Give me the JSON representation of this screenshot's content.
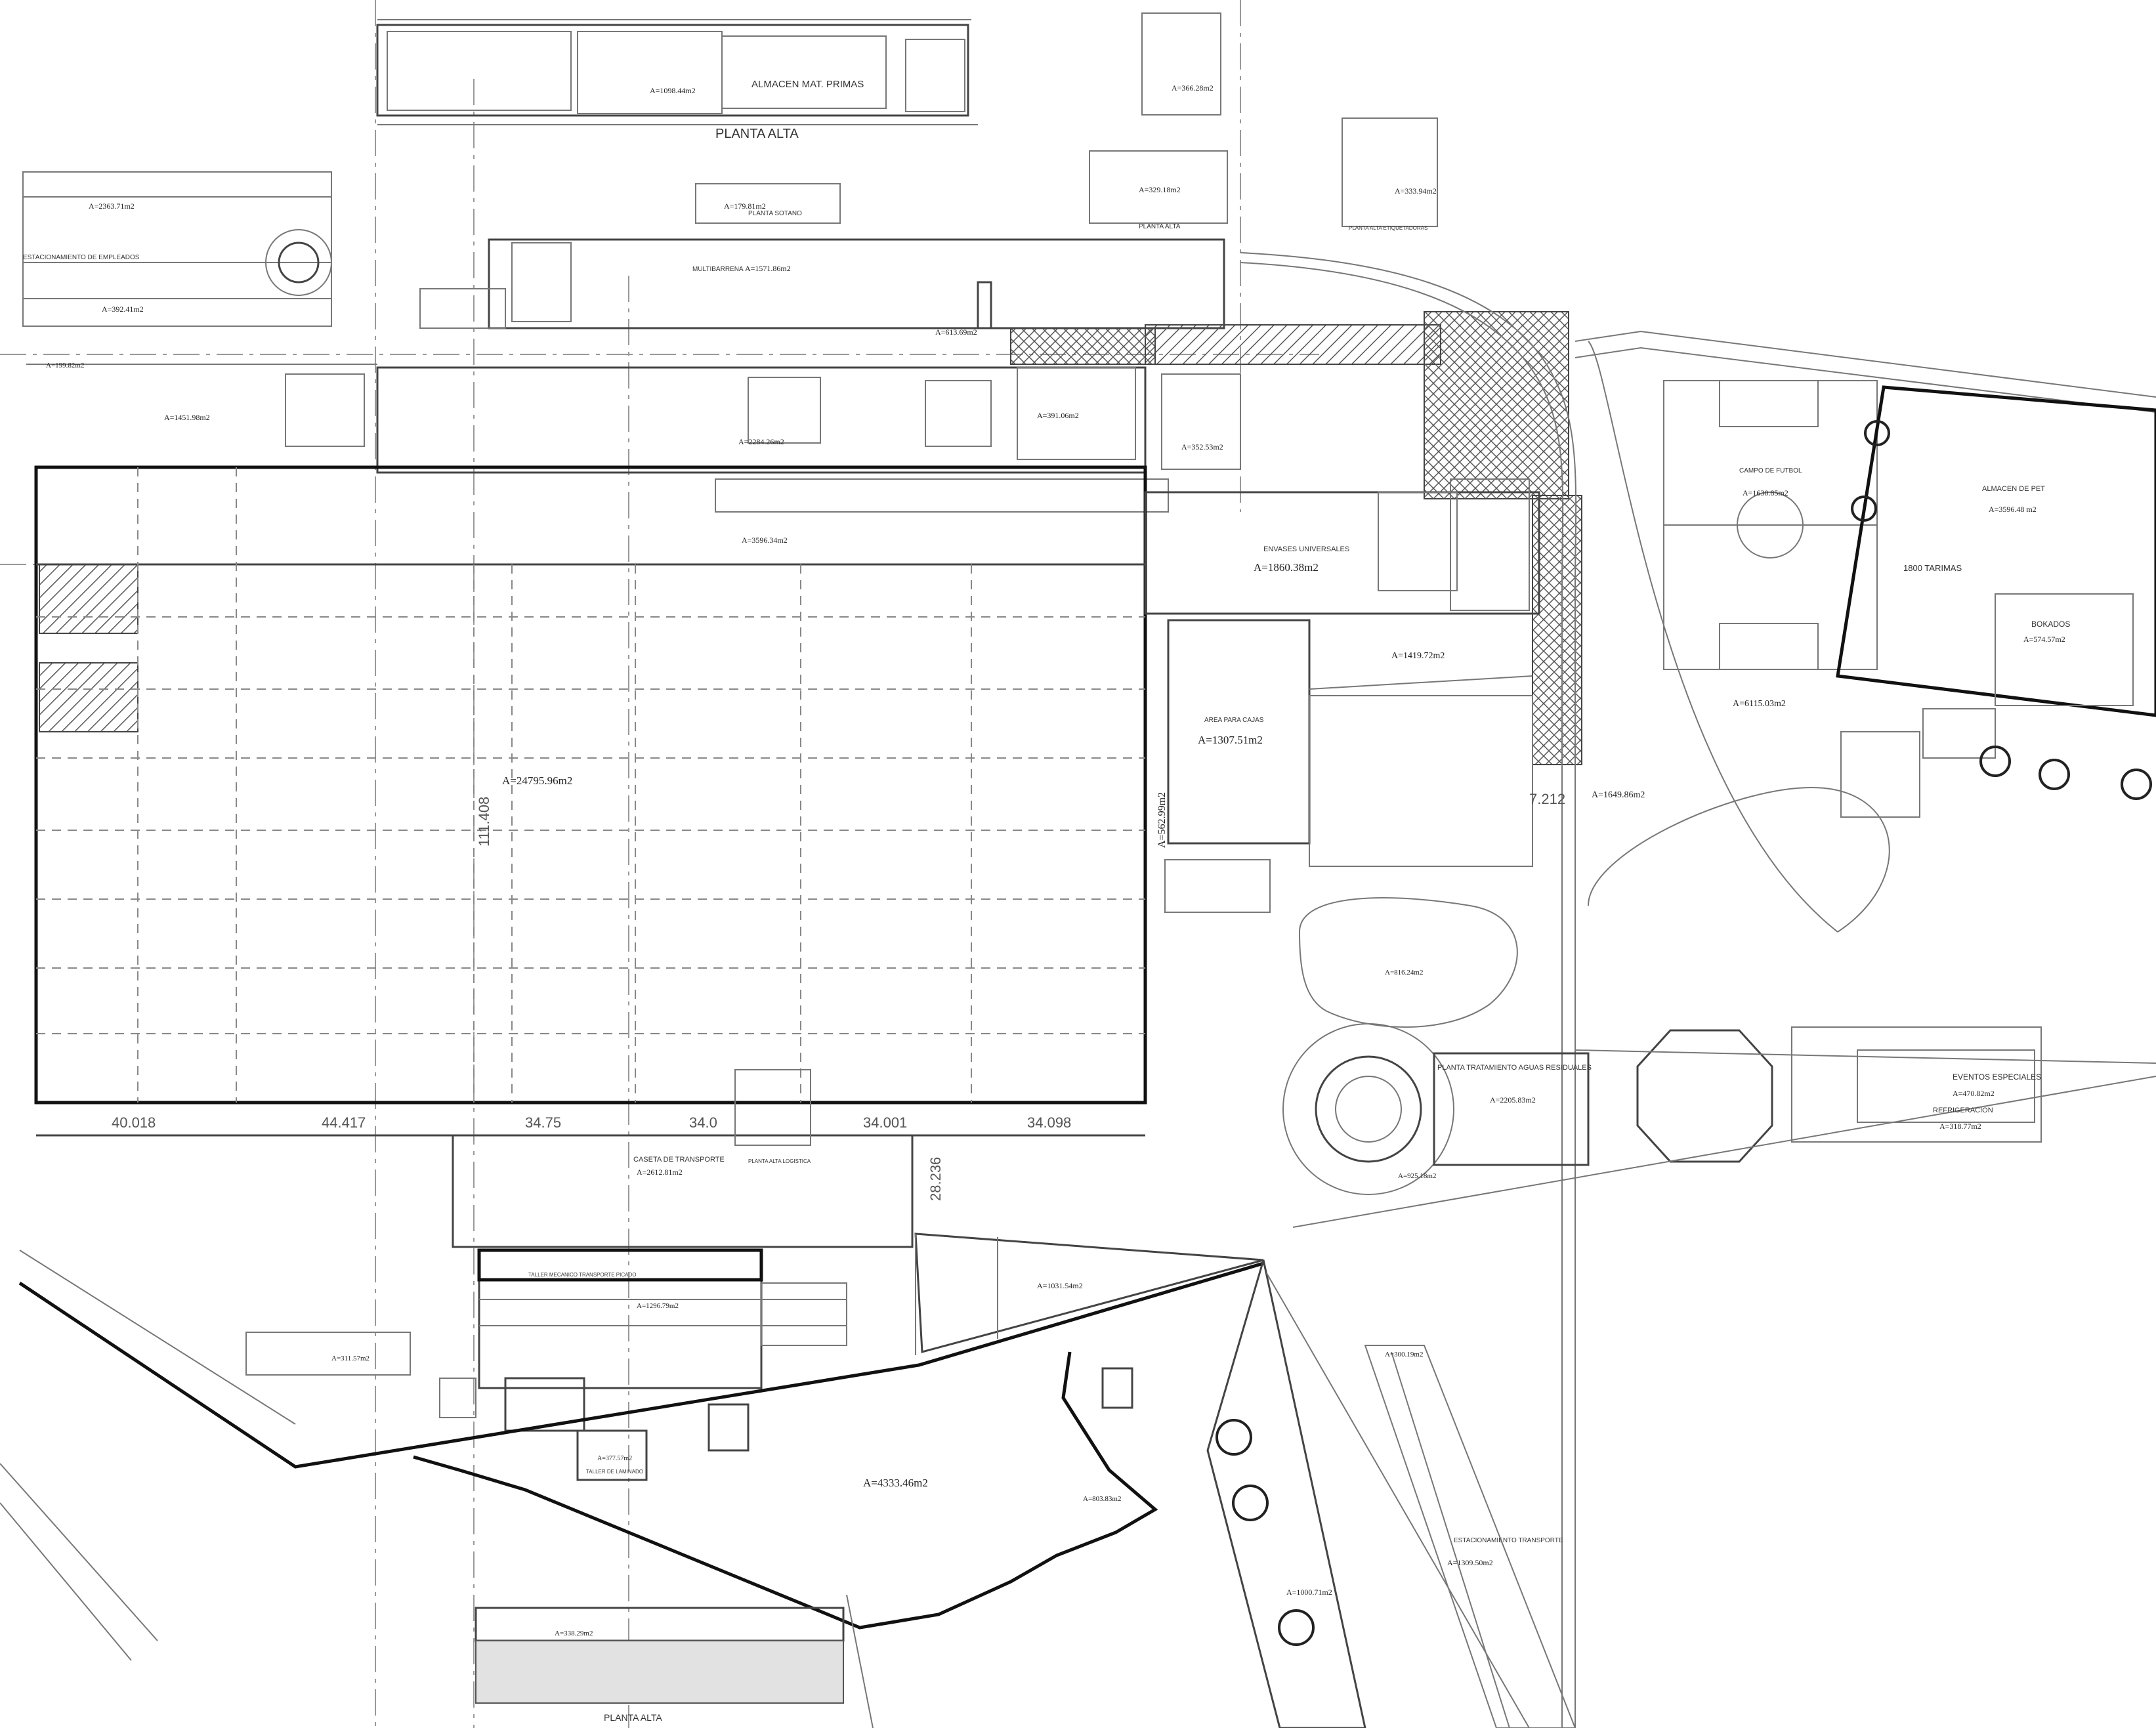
{
  "headings": {
    "planta_alta_top": "PLANTA ALTA",
    "almacen_mat_primas": "ALMACEN  MAT.  PRIMAS",
    "planta_sotano": "PLANTA SOTANO",
    "planta_alta_mid": "PLANTA ALTA",
    "planta_alta_etiquetadoras": "PLANTA ALTA ETIQUETADORAS",
    "estacionamiento_empleados": "ESTACIONAMIENTO DE EMPLEADOS",
    "multibarrena": "MULTIBARRENA",
    "envases_universales": "ENVASES UNIVERSALES",
    "area_para_cajas": "AREA PARA CAJAS",
    "campo_futbol": "CAMPO DE FUTBOL",
    "almacen_pet": "ALMACEN DE PET",
    "tarimas": "1800 TARIMAS",
    "bokados": "BOKADOS",
    "planta_tratamiento": "PLANTA TRATAMIENTO AGUAS RESIDUALES",
    "eventos_especiales": "EVENTOS ESPECIALES",
    "refrigeracion": "REFRIGERACION",
    "caseta_transporte": "CASETA DE TRANSPORTE",
    "planta_alta_logistica": "PLANTA ALTA LOGISTICA",
    "taller_mecanico": "TALLER MECANICO TRANSPORTE PICADO",
    "taller_laminado": "TALLER DE LAMINADO",
    "estacionamiento_transporte": "ESTACIONAMIENTO TRANSPORTE",
    "planta_alta_bottom": "PLANTA ALTA"
  },
  "areas": {
    "almacen_mat_primas": "A=1098.44m2",
    "top_right_block": "A=366.28m2",
    "etiquetadoras": "A=333.94m2",
    "planta_sotano": "A=179.81m2",
    "planta_alta_mid": "A=329.18m2",
    "estacionamiento_empleados": "A=2363.71m2",
    "parking_lower": "A=392.41m2",
    "multibarrena": "A=1571.86m2",
    "mid_center": "A=613.69m2",
    "left_block": "A=1451.98m2",
    "left_top": "A=199.82m2",
    "production": "A=2284.26m2",
    "production_right": "A=391.06m2",
    "ops_right": "A=352.53m2",
    "lines": "A=3596.34m2",
    "big_warehouse": "A=24795.96m2",
    "envases_universales": "A=1860.38m2",
    "yard": "A=1419.72m2",
    "area_para_cajas": "A=1307.51m2",
    "corridor": "A=562.99m2",
    "curve_zone": "A=1649.86m2",
    "campo_futbol": "A=1630.85m2",
    "almacen_pet": "A=3596.48 m2",
    "bokados": "A=574.57m2",
    "campus": "A=6115.03m2",
    "oval_green": "A=816.24m2",
    "tratamiento": "A=2205.83m2",
    "eventos": "A=470.82m2",
    "refrigeracion": "A=318.77m2",
    "caseta_transporte": "A=2612.81m2",
    "taller_mecanico": "A=1296.79m2",
    "patio_sw": "A=311.57m2",
    "center_south": "A=1031.54m2",
    "big_south": "A=4333.46m2",
    "small_south": "A=803.83m2",
    "taller_laminado": "A=377.57m2",
    "planta_alta_bottom": "A=338.29m2",
    "estacionamiento_transporte": "A=1309.50m2",
    "road_strip": "A=1000.71m2",
    "triangle_park": "A=300.19m2",
    "small_treat": "A=925.18m2"
  },
  "dimensions": {
    "bay_1": "40.018",
    "bay_2": "44.417",
    "bay_3": "34.75",
    "bay_4": "34.0",
    "bay_5": "34.001",
    "bay_6": "34.098",
    "vertical_main": "111.408",
    "vertical_south": "28.236",
    "corridor_width": "7.212"
  },
  "legend_colors": {
    "line": "#333333",
    "hatch": "#555555",
    "paper": "#ffffff"
  }
}
